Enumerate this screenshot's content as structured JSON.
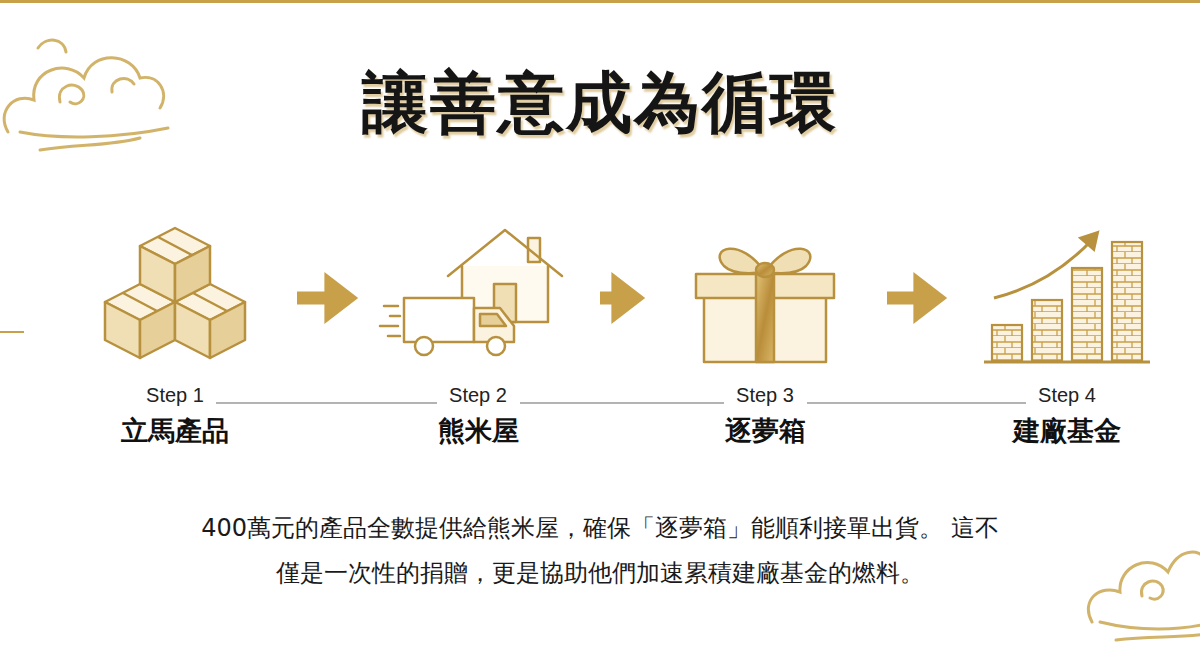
{
  "diagram": {
    "title": "讓善意成為循環",
    "caption": "400萬元的產品全數提供給熊米屋，確保「逐夢箱」能順利接單出貨。 這不僅是一次性的捐贈，更是協助他們加速累積建廠基金的燃料。",
    "nodes": [
      {
        "text": [
          "Step 1",
          "立馬產品"
        ]
      },
      {
        "text": [
          "Step 2",
          "熊米屋"
        ]
      },
      {
        "text": [
          "Step 3",
          "逐夢箱"
        ]
      },
      {
        "text": [
          "Step 4",
          "建廠基金"
        ]
      }
    ],
    "edges": [
      {
        "from": 0,
        "to": 1,
        "arrow": "to"
      },
      {
        "from": 1,
        "to": 2,
        "arrow": "to"
      },
      {
        "from": 2,
        "to": 3,
        "arrow": "to"
      }
    ]
  }
}
